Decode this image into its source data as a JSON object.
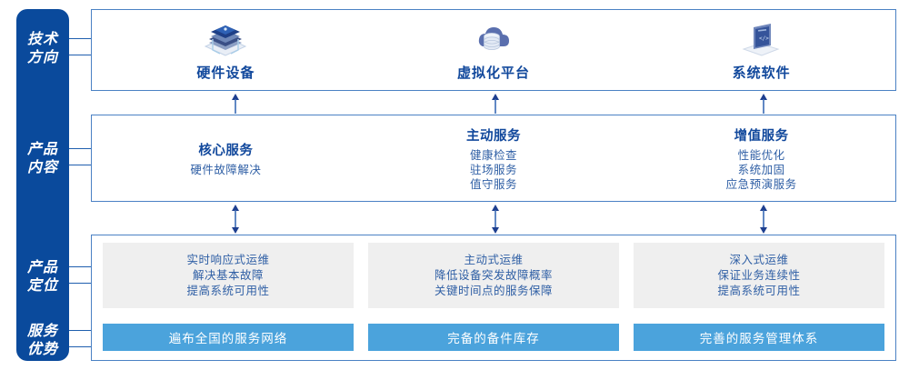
{
  "colors": {
    "rail_blue": "#0a4a9c",
    "panel_border": "#4b81c4",
    "title_blue": "#11489c",
    "text_blue": "#2f5fa5",
    "grey_box": "#efefef",
    "bar_blue": "#4ba3dc",
    "arrow_blue": "#1f3f8f"
  },
  "rail": {
    "items": [
      {
        "id": "tech-direction",
        "line1": "技术",
        "line2": "方向"
      },
      {
        "id": "product-content",
        "line1": "产品",
        "line2": "内容"
      },
      {
        "id": "product-position",
        "line1": "产品",
        "line2": "定位"
      },
      {
        "id": "service-advantage",
        "line1": "服务",
        "line2": "优势"
      }
    ]
  },
  "tech_row": {
    "items": [
      {
        "icon": "server-stack-icon",
        "label": "硬件设备"
      },
      {
        "icon": "cloud-database-icon",
        "label": "虚拟化平台"
      },
      {
        "icon": "laptop-code-icon",
        "label": "系统软件"
      }
    ]
  },
  "product_row": {
    "items": [
      {
        "title": "核心服务",
        "items": [
          "硬件故障解决"
        ]
      },
      {
        "title": "主动服务",
        "items": [
          "健康检查",
          "驻场服务",
          "值守服务"
        ]
      },
      {
        "title": "增值服务",
        "items": [
          "性能优化",
          "系统加固",
          "应急预演服务"
        ]
      }
    ]
  },
  "bottom_row": {
    "items": [
      {
        "position_lines": [
          "实时响应式运维",
          "解决基本故障",
          "提高系统可用性"
        ],
        "advantage": "遍布全国的服务网络"
      },
      {
        "position_lines": [
          "主动式运维",
          "降低设备突发故障概率",
          "关键时间点的服务保障"
        ],
        "advantage": "完备的备件库存"
      },
      {
        "position_lines": [
          "深入式运维",
          "保证业务连续性",
          "提高系统可用性"
        ],
        "advantage": "完善的服务管理体系"
      }
    ]
  }
}
